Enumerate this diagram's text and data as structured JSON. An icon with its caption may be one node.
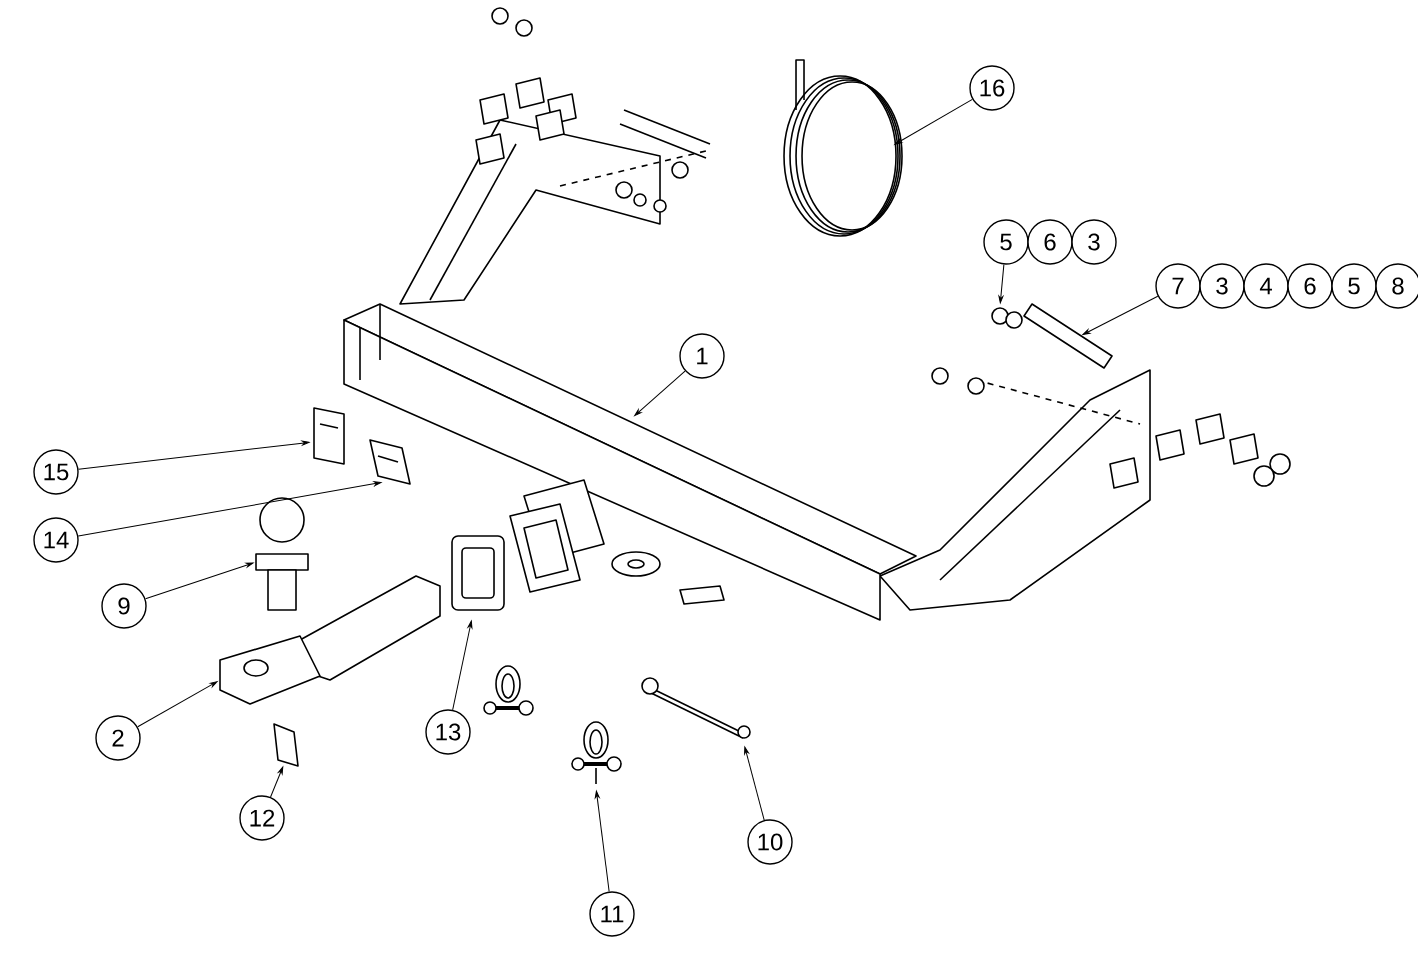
{
  "diagram": {
    "nodes": [
      {
        "text": [
          "16"
        ]
      },
      {
        "text": [
          "5"
        ]
      },
      {
        "text": [
          "6"
        ]
      },
      {
        "text": [
          "3"
        ]
      },
      {
        "text": [
          "7"
        ]
      },
      {
        "text": [
          "3"
        ]
      },
      {
        "text": [
          "4"
        ]
      },
      {
        "text": [
          "6"
        ]
      },
      {
        "text": [
          "5"
        ]
      },
      {
        "text": [
          "8"
        ]
      },
      {
        "text": [
          "1"
        ]
      },
      {
        "text": [
          "15"
        ]
      },
      {
        "text": [
          "14"
        ]
      },
      {
        "text": [
          "9"
        ]
      },
      {
        "text": [
          "13"
        ]
      },
      {
        "text": [
          "2"
        ]
      },
      {
        "text": [
          "12"
        ]
      },
      {
        "text": [
          "10"
        ]
      },
      {
        "text": [
          "11"
        ]
      },
      {
        "text": [],
        "shape": "picture"
      },
      {
        "text": [],
        "shape": "picture"
      },
      {
        "text": [],
        "shape": "picture"
      },
      {
        "text": [],
        "shape": "picture"
      },
      {
        "text": [],
        "shape": "picture"
      },
      {
        "text": [],
        "shape": "picture"
      },
      {
        "text": [],
        "shape": "picture"
      },
      {
        "text": [],
        "shape": "picture"
      },
      {
        "text": [],
        "shape": "picture"
      },
      {
        "text": [],
        "shape": "picture"
      },
      {
        "text": [],
        "shape": "picture"
      },
      {
        "text": [],
        "shape": "picture"
      }
    ],
    "edges": [
      {
        "from": 0,
        "to": 19,
        "arrow": "to"
      },
      {
        "from": 1,
        "to": 20,
        "arrow": "to"
      },
      {
        "from": 4,
        "to": 21,
        "arrow": "to"
      },
      {
        "from": 10,
        "to": 22,
        "arrow": "to"
      },
      {
        "from": 11,
        "to": 23,
        "arrow": "to"
      },
      {
        "from": 12,
        "to": 24,
        "arrow": "to"
      },
      {
        "from": 13,
        "to": 25,
        "arrow": "to"
      },
      {
        "from": 14,
        "to": 26,
        "arrow": "to"
      },
      {
        "from": 15,
        "to": 27,
        "arrow": "to"
      },
      {
        "from": 16,
        "to": 28,
        "arrow": "to"
      },
      {
        "from": 17,
        "to": 29,
        "arrow": "to"
      },
      {
        "from": 18,
        "to": 30,
        "arrow": "to"
      }
    ]
  }
}
